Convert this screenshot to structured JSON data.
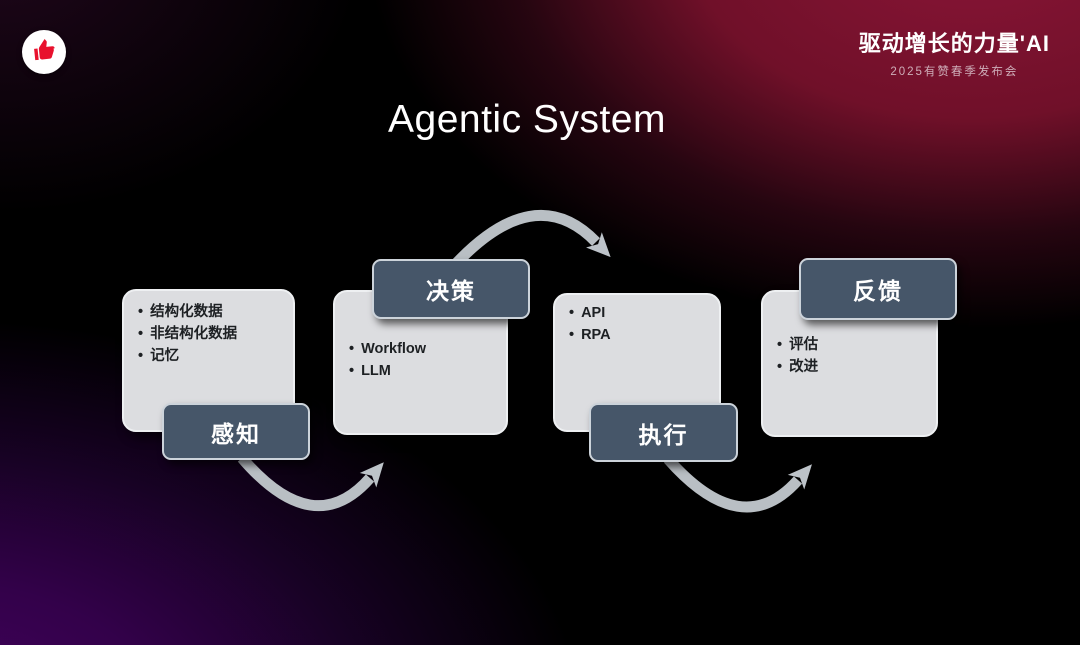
{
  "slide": {
    "title": "Agentic System"
  },
  "header": {
    "badge_icon": "thumbs-up-icon",
    "logo": {
      "title": "驱动增长的力量",
      "ai_suffix": "'AI",
      "subtitle": "2025有赞春季发布会"
    }
  },
  "diagram": {
    "stages": [
      {
        "label": "感知",
        "label_position": "bottom",
        "items": [
          "结构化数据",
          "非结构化数据",
          "记忆"
        ]
      },
      {
        "label": "决策",
        "label_position": "top",
        "items": [
          "Workflow",
          "LLM"
        ]
      },
      {
        "label": "执行",
        "label_position": "bottom",
        "items": [
          "API",
          "RPA"
        ]
      },
      {
        "label": "反馈",
        "label_position": "top",
        "items": [
          "评估",
          "改进"
        ]
      }
    ],
    "colors": {
      "card_bg": "#dcdde0",
      "label_bg": "#465669",
      "arrow": "#b9bfc4",
      "badge_red": "#e8112d",
      "bg_purple": "#44025f",
      "bg_crimson": "#8a1537"
    }
  }
}
